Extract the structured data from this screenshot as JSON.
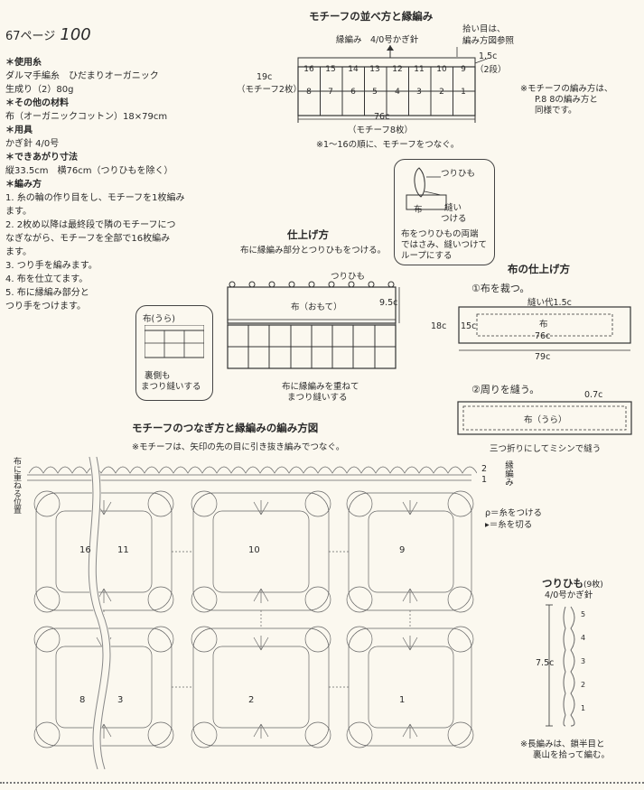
{
  "page_ref": {
    "prefix": "67ページ",
    "number": "100"
  },
  "left": {
    "yarn_title": "使用糸",
    "yarn_lines": [
      "ダルマ手編糸　ひだまりオーガニック",
      "生成り（2）80g"
    ],
    "other_title": "その他の材料",
    "other_lines": [
      "布（オーガニックコットン）18×79cm"
    ],
    "tools_title": "用具",
    "tools_lines": [
      "かぎ針 4/0号"
    ],
    "size_title": "できあがり寸法",
    "size_lines": [
      "縦33.5cm　横76cm（つりひもを除く）"
    ],
    "method_title": "編み方",
    "method_lines": [
      "1. 糸の輪の作り目をし、モチーフを1枚編み",
      "    ます。",
      "2. 2枚め以降は最終段で隣のモチーフにつ",
      "    なぎながら、モチーフを全部で16枚編み",
      "    ます。",
      "3. つり手を編みます。",
      "4. 布を仕立てます。",
      "5. 布に縁編み部分と",
      "    つり手をつけます。"
    ]
  },
  "layout_diag": {
    "title": "モチーフの並べ方と縁編み",
    "pickup_note": [
      "拾い目は、",
      "編み方図参照"
    ],
    "edge_label": "縁編み　4/0号かぎ針",
    "top_row": [
      "16",
      "15",
      "14",
      "13",
      "12",
      "11",
      "10",
      "9"
    ],
    "bottom_row": [
      "8",
      "7",
      "6",
      "5",
      "4",
      "3",
      "2",
      "1"
    ],
    "height_label": [
      "19c",
      "（モチーフ2枚）"
    ],
    "edge_dim": [
      "1.5c",
      "（2段）"
    ],
    "width_label": [
      "76c",
      "（モチーフ8枚）"
    ],
    "order_note": "※1〜16の順に、モチーフをつなぐ。",
    "right_note": [
      "※モチーフの編み方は、",
      "P.8 8の編み方と",
      "同様です。"
    ]
  },
  "finish_diag": {
    "title": "仕上げ方",
    "subtitle": "布に縁編み部分とつりひもをつける。",
    "strap_label": "つりひも",
    "cloth_label": "布（おもて）",
    "dim_label": "9.5c",
    "bubble_top": {
      "strap": "つりひも",
      "cloth": "布",
      "sew": "縫い",
      "attach": "つける",
      "note": [
        "布をつりひもの両端",
        "ではさみ、縫いつけて",
        "ループにする"
      ]
    },
    "bubble_left": {
      "title": "布(うら)",
      "note": [
        "裏側も",
        "まつり縫いする"
      ]
    },
    "bottom_note": [
      "布に縁編みを重ねて",
      "まつり縫いする"
    ]
  },
  "cloth_finish": {
    "title": "布の仕上げ方",
    "step1": "①布を裁つ。",
    "seam_label": "縫い代1.5c",
    "cloth_label": "布",
    "height": "18c",
    "inner_h": "15c",
    "inner_w": "76c",
    "outer_w": "79c",
    "step2": "②周りを縫う。",
    "dim2": "0.7c",
    "cloth_back": "布（うら）",
    "sew_note": "三つ折りにしてミシンで縫う"
  },
  "chart": {
    "title": "モチーフのつなぎ方と縁編みの編み方図",
    "note": "※モチーフは、矢印の先の目に引き抜き編みでつなぐ。",
    "top_numbers": [
      "16",
      "11",
      "10",
      "9"
    ],
    "bottom_numbers": [
      "8",
      "3",
      "2",
      "1"
    ],
    "side_label": "布に重ねる位置",
    "edge_label": "縁編み",
    "row2": "2",
    "row1": "1",
    "legend1": "＝糸をつける",
    "legend2": "＝糸を切る"
  },
  "strap": {
    "title": "つりひも",
    "count": "(9枚)",
    "hook": "4/0号かぎ針",
    "length": "7.5c",
    "rows": [
      "5",
      "4",
      "3",
      "2",
      "1"
    ],
    "note": [
      "※長編みは、鎖半目と",
      "裏山を拾って編む。"
    ]
  }
}
